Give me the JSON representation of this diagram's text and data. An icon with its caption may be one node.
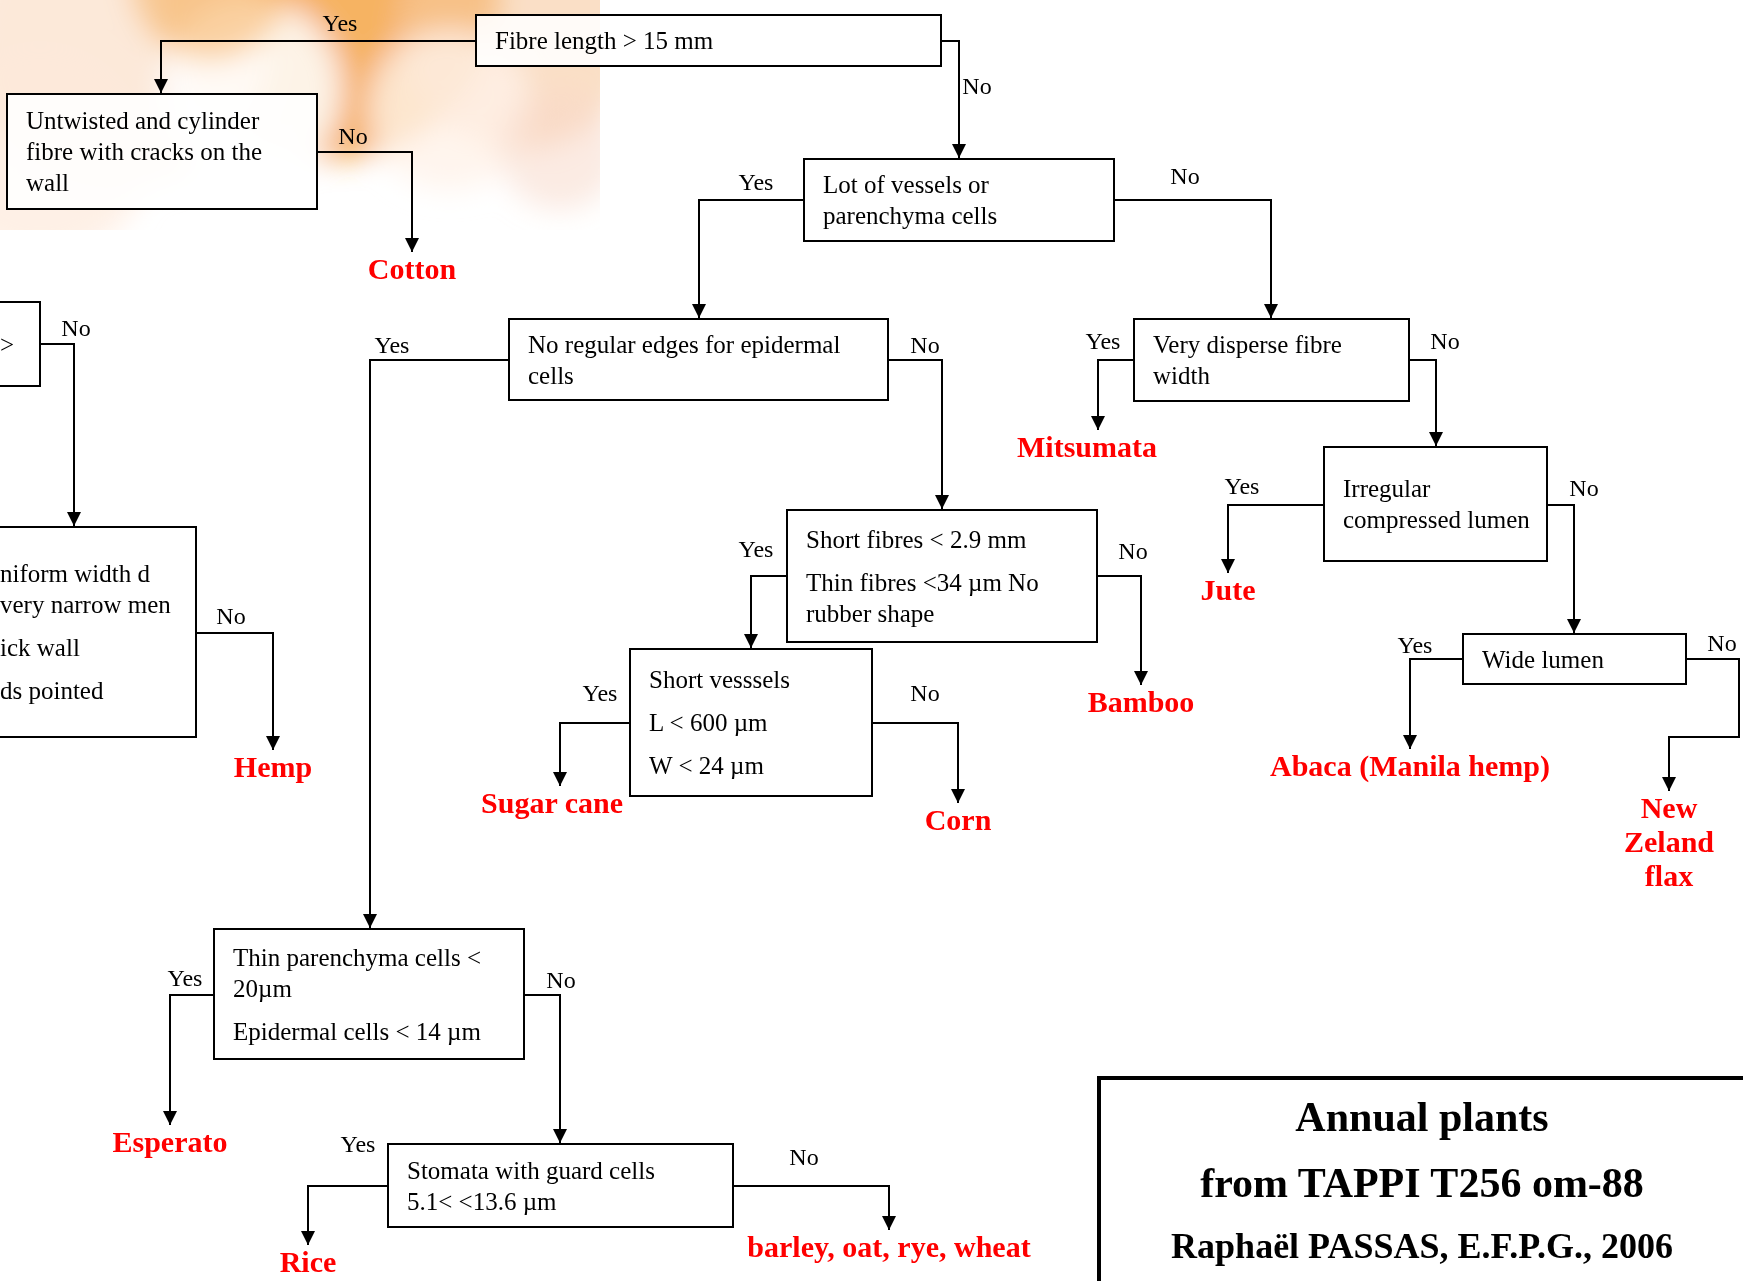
{
  "diagram": {
    "nodes": [
      {
        "text": [
          "Fibre length > 15 mm"
        ]
      },
      {
        "text": [
          "Untwisted and cylinder fibre with cracks on the wall"
        ]
      },
      {
        "text": [
          "Cotton"
        ]
      },
      {
        "text": [
          "Lot of vessels or parenchyma cells"
        ]
      },
      {
        "text": [
          "No regular edges for epidermal cells"
        ]
      },
      {
        "text": [
          "Very disperse fibre width"
        ]
      },
      {
        "text": [
          "Mitsumata"
        ]
      },
      {
        "text": [
          ">"
        ]
      },
      {
        "text": [
          "niform width d very narrow men",
          "ick wall",
          "ds pointed"
        ]
      },
      {
        "text": [
          "Hemp"
        ]
      },
      {
        "text": [
          "Short fibres < 2.9 mm",
          "Thin fibres <34 µm No rubber shape"
        ]
      },
      {
        "text": [
          "Irregular compressed lumen"
        ]
      },
      {
        "text": [
          "Jute"
        ]
      },
      {
        "text": [
          "Bamboo"
        ]
      },
      {
        "text": [
          "Short vesssels",
          "L < 600 µm",
          "W < 24 µm"
        ]
      },
      {
        "text": [
          "Sugar cane"
        ]
      },
      {
        "text": [
          "Corn"
        ]
      },
      {
        "text": [
          "Wide lumen"
        ]
      },
      {
        "text": [
          "Abaca (Manila hemp)"
        ]
      },
      {
        "text": [
          "New Zeland flax"
        ]
      },
      {
        "text": [
          "Thin parenchyma cells < 20µm",
          "Epidermal cells < 14 µm"
        ]
      },
      {
        "text": [
          "Esperato"
        ]
      },
      {
        "text": [
          "Stomata with guard cells 5.1< <13.6 µm"
        ]
      },
      {
        "text": [
          "Rice"
        ]
      },
      {
        "text": [
          "barley, oat, rye, wheat"
        ]
      },
      {
        "text": [
          "Annual plants",
          "from TAPPI T256 om-88",
          "Raphaël PASSAS, E.F.P.G., 2006"
        ]
      }
    ],
    "edges": [
      {
        "from": 0,
        "to": 1,
        "arrow": "to",
        "label": "Yes"
      },
      {
        "from": 0,
        "to": 3,
        "arrow": "to",
        "label": "No"
      },
      {
        "from": 1,
        "to": 2,
        "arrow": "to",
        "label": "No"
      },
      {
        "from": 3,
        "to": 4,
        "arrow": "to",
        "label": "Yes"
      },
      {
        "from": 3,
        "to": 5,
        "arrow": "to",
        "label": "No"
      },
      {
        "from": 4,
        "to": 20,
        "arrow": "to",
        "label": "Yes"
      },
      {
        "from": 4,
        "to": 10,
        "arrow": "to",
        "label": "No"
      },
      {
        "from": 5,
        "to": 6,
        "arrow": "to",
        "label": "Yes"
      },
      {
        "from": 5,
        "to": 11,
        "arrow": "to",
        "label": "No"
      },
      {
        "from": 7,
        "to": 8,
        "arrow": "to",
        "label": "No"
      },
      {
        "from": 8,
        "to": 9,
        "arrow": "to",
        "label": "No"
      },
      {
        "from": 10,
        "to": 14,
        "arrow": "to",
        "label": "Yes"
      },
      {
        "from": 10,
        "to": 13,
        "arrow": "to",
        "label": "No"
      },
      {
        "from": 11,
        "to": 12,
        "arrow": "to",
        "label": "Yes"
      },
      {
        "from": 11,
        "to": 17,
        "arrow": "to",
        "label": "No"
      },
      {
        "from": 14,
        "to": 15,
        "arrow": "to",
        "label": "Yes"
      },
      {
        "from": 14,
        "to": 16,
        "arrow": "to",
        "label": "No"
      },
      {
        "from": 17,
        "to": 18,
        "arrow": "to",
        "label": "Yes"
      },
      {
        "from": 17,
        "to": 19,
        "arrow": "to",
        "label": "No"
      },
      {
        "from": 20,
        "to": 21,
        "arrow": "to",
        "label": "Yes"
      },
      {
        "from": 20,
        "to": 22,
        "arrow": "to",
        "label": "No"
      },
      {
        "from": 22,
        "to": 23,
        "arrow": "to",
        "label": "Yes"
      },
      {
        "from": 22,
        "to": 24,
        "arrow": "to",
        "label": "No"
      }
    ]
  }
}
